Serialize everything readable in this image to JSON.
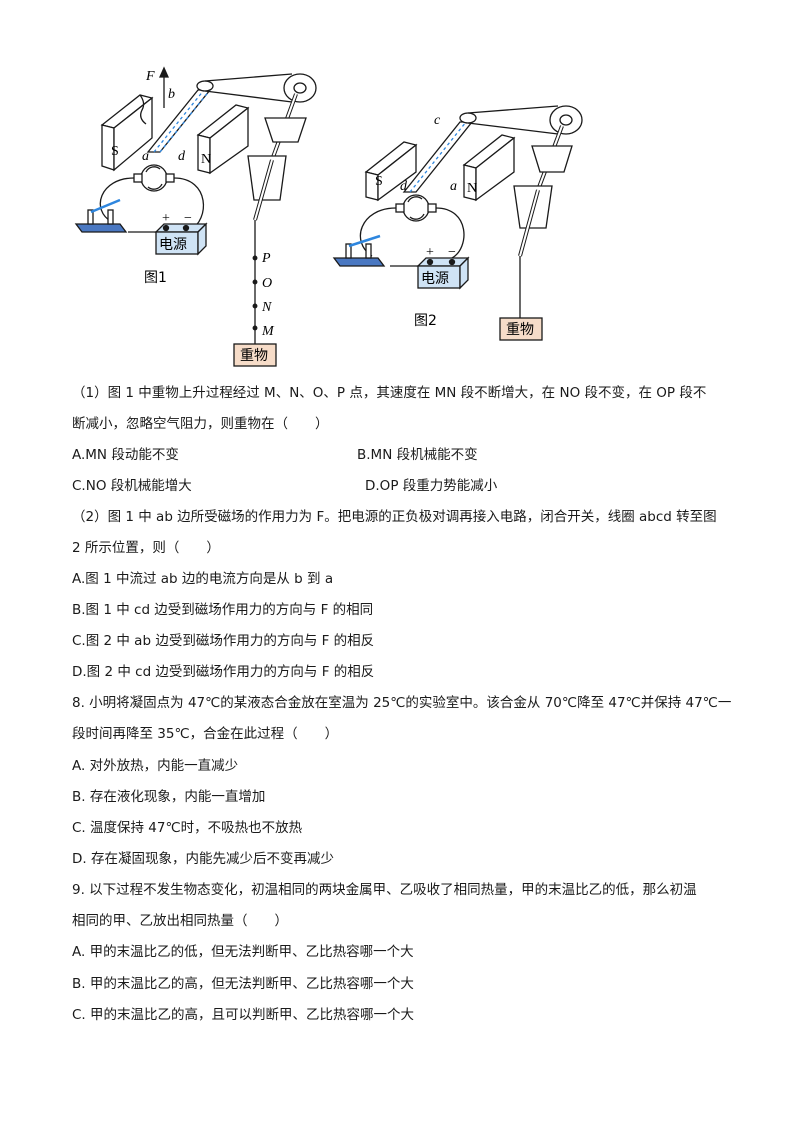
{
  "figure1": {
    "caption": "图1",
    "force_label": "F",
    "pole_s": "S",
    "pole_n": "N",
    "coil_labels": {
      "a": "a",
      "b": "b",
      "d": "d"
    },
    "points": [
      "P",
      "O",
      "N",
      "M"
    ],
    "power_label": "电源",
    "plus": "+",
    "minus": "−",
    "weight_label": "重物"
  },
  "figure2": {
    "caption": "图2",
    "pole_s": "S",
    "pole_n": "N",
    "coil_labels": {
      "c": "c",
      "d": "d",
      "a": "a"
    },
    "power_label": "电源",
    "plus": "+",
    "minus": "−",
    "weight_label": "重物"
  },
  "q7_1": {
    "stem_line1": "（1）图 1 中重物上升过程经过 M、N、O、P 点，其速度在 MN 段不断增大，在 NO 段不变，在 OP 段不",
    "stem_line2": "断减小，忽略空气阻力，则重物在（　　）",
    "opt_a": "A.MN 段动能不变",
    "opt_b": "B.MN 段机械能不变",
    "opt_c": "C.NO 段机械能增大",
    "opt_d": "D.OP 段重力势能减小"
  },
  "q7_2": {
    "stem_line1": "（2）图 1 中 ab 边所受磁场的作用力为 F。把电源的正负极对调再接入电路，闭合开关，线圈 abcd 转至图",
    "stem_line2": "2 所示位置，则（　　）",
    "opt_a": "A.图 1 中流过 ab 边的电流方向是从 b 到 a",
    "opt_b": "B.图 1 中 cd 边受到磁场作用力的方向与 F 的相同",
    "opt_c": "C.图 2 中 ab 边受到磁场作用力的方向与 F 的相反",
    "opt_d": "D.图 2 中 cd 边受到磁场作用力的方向与 F 的相反"
  },
  "q8": {
    "stem_line1": "8.  小明将凝固点为 47℃的某液态合金放在室温为 25℃的实验室中。该合金从 70℃降至 47℃并保持 47℃一",
    "stem_line2": "段时间再降至 35℃，合金在此过程（　　）",
    "opt_a": "A.  对外放热，内能一直减少",
    "opt_b": "B.  存在液化现象，内能一直增加",
    "opt_c": "C.  温度保持 47℃时，不吸热也不放热",
    "opt_d": "D.  存在凝固现象，内能先减少后不变再减少"
  },
  "q9": {
    "stem_line1": "9.  以下过程不发生物态变化，初温相同的两块金属甲、乙吸收了相同热量，甲的末温比乙的低，那么初温",
    "stem_line2": "相同的甲、乙放出相同热量（　　）",
    "opt_a": "A.  甲的末温比乙的低，但无法判断甲、乙比热容哪一个大",
    "opt_b": "B.  甲的末温比乙的高，但无法判断甲、乙比热容哪一个大",
    "opt_c": "C.  甲的末温比乙的高，且可以判断甲、乙比热容哪一个大"
  },
  "colors": {
    "line": "#1a1a1a",
    "coil_dash": "#2e86de",
    "battery": "#cfe3f5",
    "weight": "#f6dcc8",
    "switch_base": "#4a78c2"
  }
}
